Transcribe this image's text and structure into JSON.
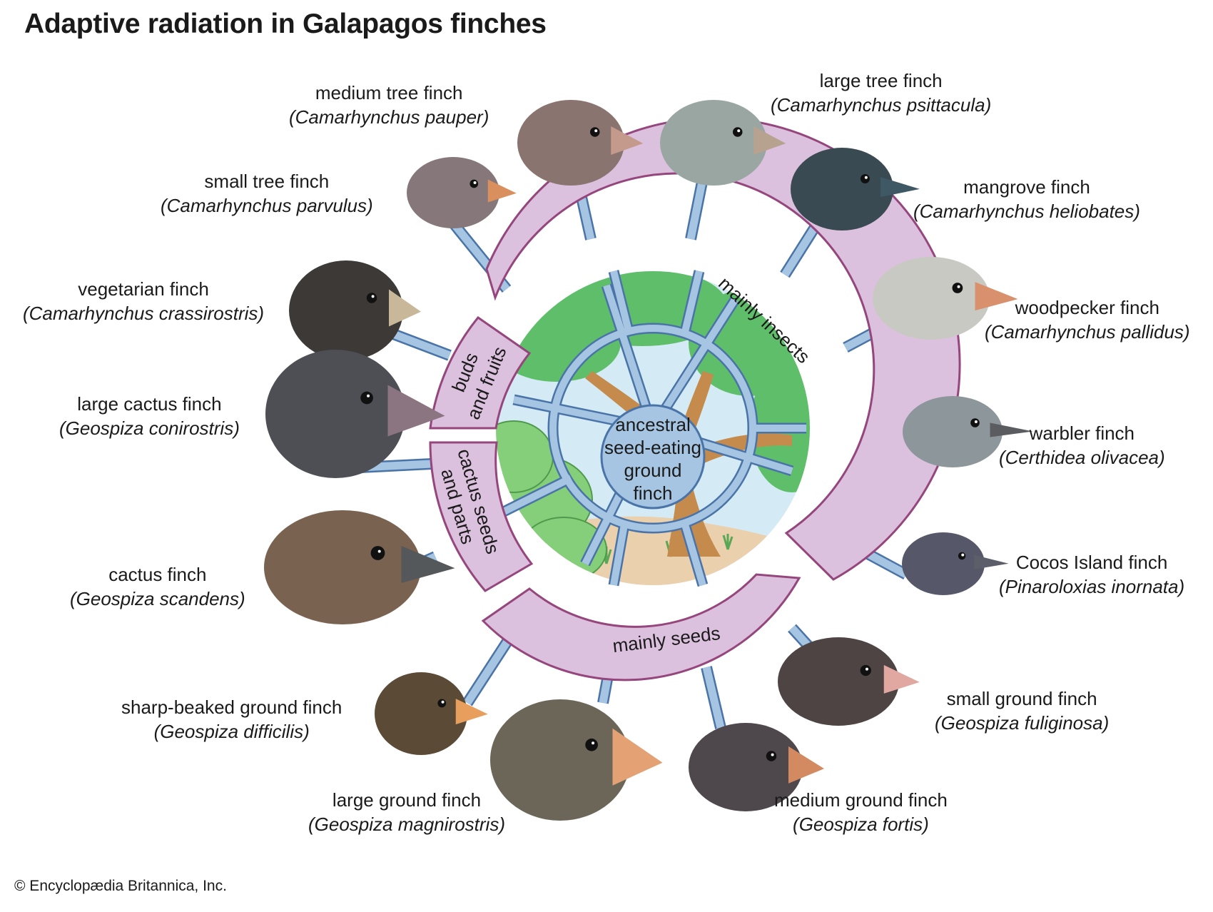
{
  "title": "Adaptive radiation in Galapagos finches",
  "copyright": "© Encyclopædia Britannica, Inc.",
  "center": {
    "lines": [
      "ancestral",
      "seed-eating",
      "ground",
      "finch"
    ]
  },
  "diet_groups": {
    "insects": "mainly insects",
    "buds_line1": "buds",
    "buds_line2": "and fruits",
    "cactus_line1": "cactus seeds",
    "cactus_line2": "and parts",
    "seeds": "mainly seeds"
  },
  "finches": [
    {
      "common": "medium tree finch",
      "scientific": "(Camarhynchus pauper)",
      "plumage": "#8a7470",
      "beak": "#c49a8c"
    },
    {
      "common": "large tree finch",
      "scientific": "(Camarhynchus psittacula)",
      "plumage": "#9aa6a2",
      "beak": "#b7a290"
    },
    {
      "common": "small tree finch",
      "scientific": "(Camarhynchus parvulus)",
      "plumage": "#86787a",
      "beak": "#d98f5e"
    },
    {
      "common": "mangrove finch",
      "scientific": "(Camarhynchus heliobates)",
      "plumage": "#3a4a52",
      "beak": "#3e5864"
    },
    {
      "common": "vegetarian finch",
      "scientific": "(Camarhynchus crassirostris)",
      "plumage": "#3d3936",
      "beak": "#c9b79a"
    },
    {
      "common": "woodpecker finch",
      "scientific": "(Camarhynchus pallidus)",
      "plumage": "#c9c9c4",
      "beak": "#d9906c"
    },
    {
      "common": "large cactus finch",
      "scientific": "(Geospiza conirostris)",
      "plumage": "#4e4f55",
      "beak": "#8b7580"
    },
    {
      "common": "warbler finch",
      "scientific": "(Certhidea olivacea)",
      "plumage": "#8d969a",
      "beak": "#5a5c60"
    },
    {
      "common": "Cocos Island finch",
      "scientific": "(Pinaroloxias inornata)",
      "plumage": "#56586a",
      "beak": "#5c5f6a"
    },
    {
      "common": "cactus finch",
      "scientific": "(Geospiza scandens)",
      "plumage": "#7a6250",
      "beak": "#55585a"
    },
    {
      "common": "small ground finch",
      "scientific": "(Geospiza fuliginosa)",
      "plumage": "#4e4444",
      "beak": "#e0a8a0"
    },
    {
      "common": "sharp-beaked ground finch",
      "scientific": "(Geospiza difficilis)",
      "plumage": "#5a4a36",
      "beak": "#e89f5e"
    },
    {
      "common": "large ground finch",
      "scientific": "(Geospiza magnirostris)",
      "plumage": "#6c6658",
      "beak": "#e4a174"
    },
    {
      "common": "medium ground finch",
      "scientific": "(Geospiza fortis)",
      "plumage": "#4e474c",
      "beak": "#d48a60"
    }
  ],
  "colors": {
    "ring": "#dcc1de",
    "ring_stroke": "#95467c",
    "branch": "#a6c5e2",
    "branch_stroke": "#4a74a8",
    "sky": "#d4ebf6",
    "foliage": "#5fbe6a",
    "trunk": "#c58b4c",
    "ground": "#ead0ac",
    "center_disc": "#a6c5e2"
  }
}
